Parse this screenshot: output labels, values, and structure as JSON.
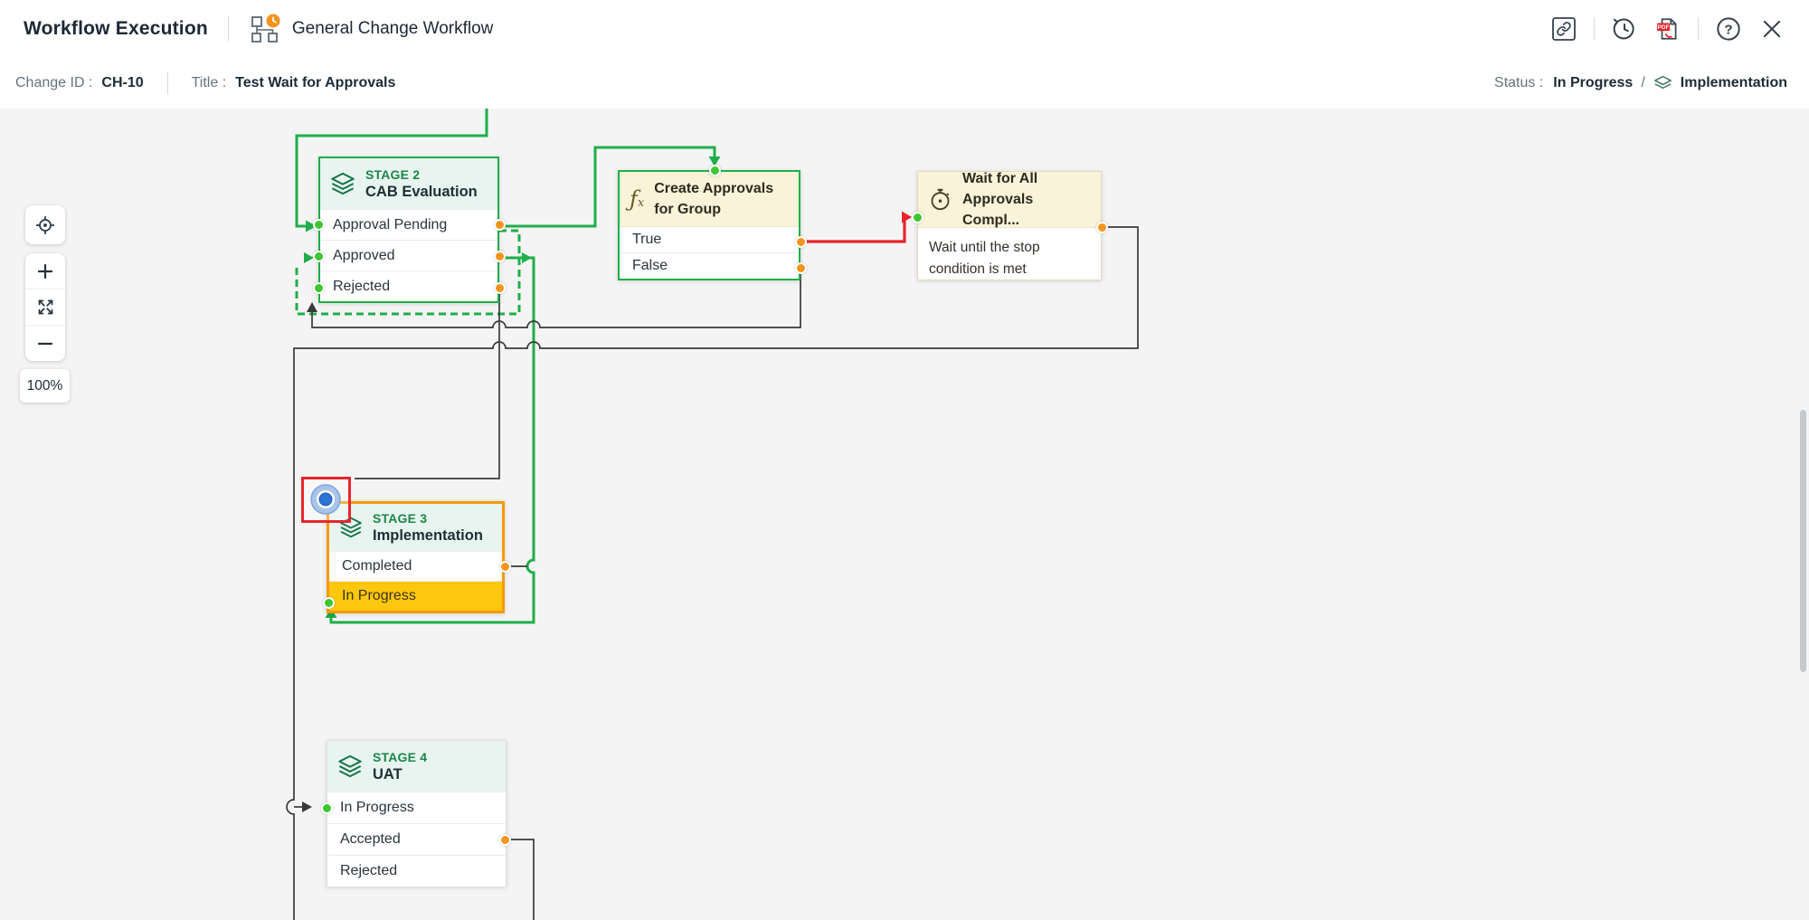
{
  "header": {
    "title": "Workflow Execution",
    "workflow_name": "General Change Workflow"
  },
  "infobar": {
    "change_id_label": "Change ID :",
    "change_id_value": "CH-10",
    "title_label": "Title :",
    "title_value": "Test Wait for Approvals",
    "status_label": "Status :",
    "status_value": "In Progress",
    "status_divider": "/",
    "stage_value": "Implementation"
  },
  "controls": {
    "zoom_level": "100%"
  },
  "nodes": {
    "stage2": {
      "kind": "STAGE 2",
      "name": "CAB Evaluation",
      "rows": [
        "Approval Pending",
        "Approved",
        "Rejected"
      ]
    },
    "create_approvals": {
      "name_line1": "Create Approvals",
      "name_line2": "for Group",
      "rows": [
        "True",
        "False"
      ]
    },
    "wait": {
      "name_line1": "Wait for All",
      "name_line2": "Approvals Compl...",
      "desc_line1": "Wait until the stop",
      "desc_line2": "condition is met"
    },
    "stage3": {
      "kind": "STAGE 3",
      "name": "Implementation",
      "rows": [
        "Completed",
        "In Progress"
      ]
    },
    "stage4": {
      "kind": "STAGE 4",
      "name": "UAT",
      "rows": [
        "In Progress",
        "Accepted",
        "Rejected"
      ]
    }
  },
  "colors": {
    "green_line": "#1fae4a",
    "orange_border": "#f59a0c",
    "yellow_row": "#fdc70d",
    "red_line": "#e7252b",
    "black_line": "#3a3a3a",
    "port_green": "#3ec72f",
    "port_orange": "#f7941d",
    "mint_header": "#e7f4ef",
    "cream_header": "#faf3d9",
    "canvas_bg": "#f4f4f4",
    "stage_label_green": "#1d8649"
  }
}
